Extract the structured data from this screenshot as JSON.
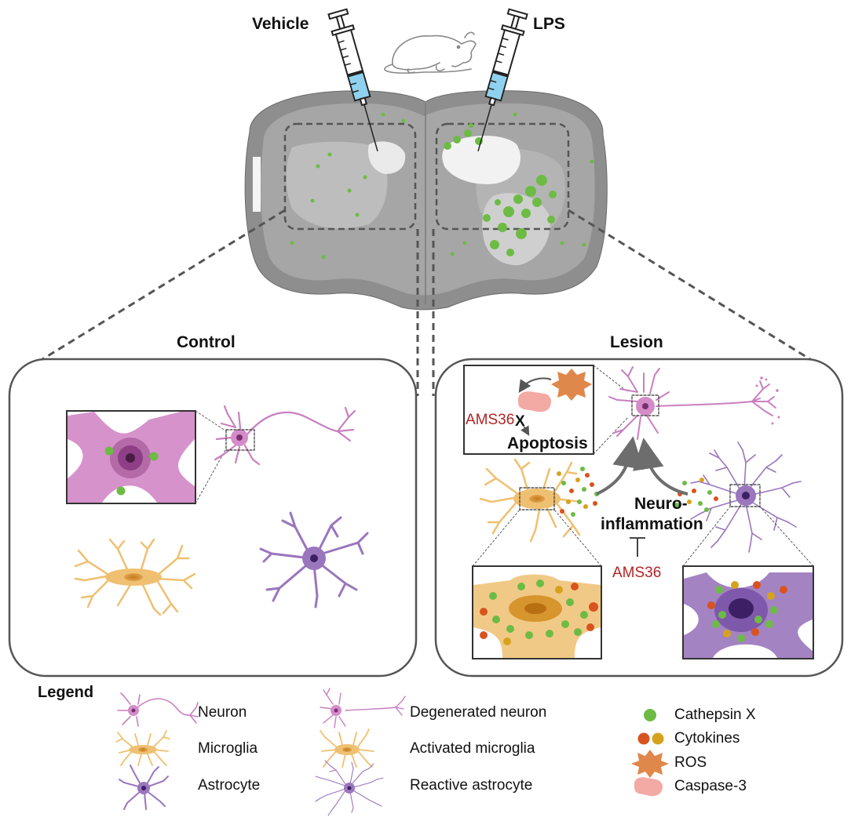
{
  "top": {
    "vehicle": "Vehicle",
    "lps": "LPS"
  },
  "panels": {
    "control": {
      "title": "Control"
    },
    "lesion": {
      "title": "Lesion",
      "inhibitor_top": "AMS36",
      "cross_mark": "X",
      "apoptosis": "Apoptosis",
      "neuroinflammation_line1": "Neuro-",
      "neuroinflammation_line2": "inflammation",
      "inhibitor_bottom": "AMS36"
    }
  },
  "legend": {
    "title": "Legend",
    "cells": [
      {
        "label": "Neuron"
      },
      {
        "label": "Microglia"
      },
      {
        "label": "Astrocyte"
      },
      {
        "label": "Degenerated neuron"
      },
      {
        "label": "Activated microglia"
      },
      {
        "label": "Reactive astrocyte"
      }
    ],
    "markers": [
      {
        "label": "Cathepsin X"
      },
      {
        "label": "Cytokines"
      },
      {
        "label": "ROS"
      },
      {
        "label": "Caspase-3"
      }
    ]
  },
  "colors": {
    "neuron": "#c97fc0",
    "neuron_body": "#d48cc8",
    "microglia": "#efc071",
    "astrocyte": "#9a76bd",
    "cathepsin": "#6dbb45",
    "cytokine_red": "#d9531e",
    "cytokine_yellow": "#d6a21e",
    "ros": "#e0874b",
    "caspase": "#f3a9a4",
    "syringe_fluid": "#8fd2ef",
    "inhibitor": "#b32424"
  }
}
